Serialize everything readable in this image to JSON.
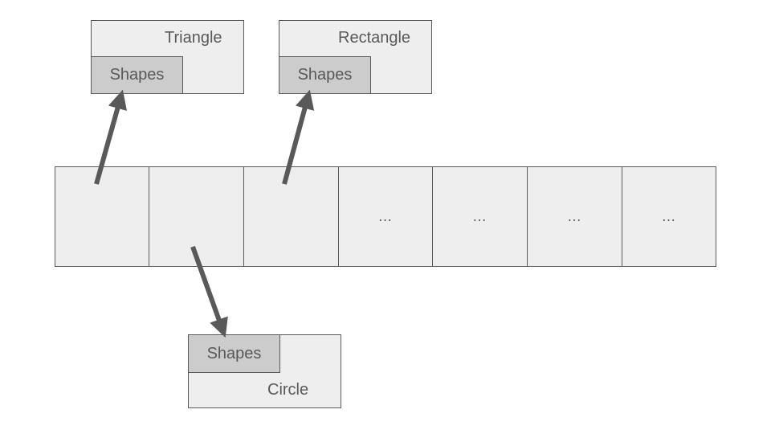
{
  "objects": [
    {
      "name": "Triangle",
      "base": "Shapes"
    },
    {
      "name": "Rectangle",
      "base": "Shapes"
    },
    {
      "name": "Circle",
      "base": "Shapes"
    }
  ],
  "array_cells": [
    "",
    "",
    "",
    "…",
    "…",
    "…",
    "…"
  ],
  "colors": {
    "box_fill": "#eeeeee",
    "base_fill": "#cccccc",
    "border": "#595959",
    "arrow": "#595959"
  }
}
